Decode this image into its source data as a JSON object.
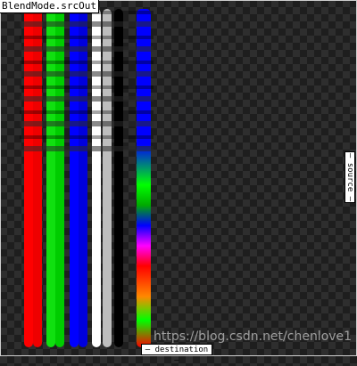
{
  "title": "BlendMode.srcOut",
  "source_label": "— source —",
  "destination_label": "— destination —",
  "watermark": "https://blog.csdn.net/chenlove1",
  "colors": {
    "red": "#ff0000",
    "green": "#00e000",
    "blue": "#0000ff",
    "white": "#ffffff",
    "light_gray": "#bdbdbd",
    "black": "#000000"
  }
}
